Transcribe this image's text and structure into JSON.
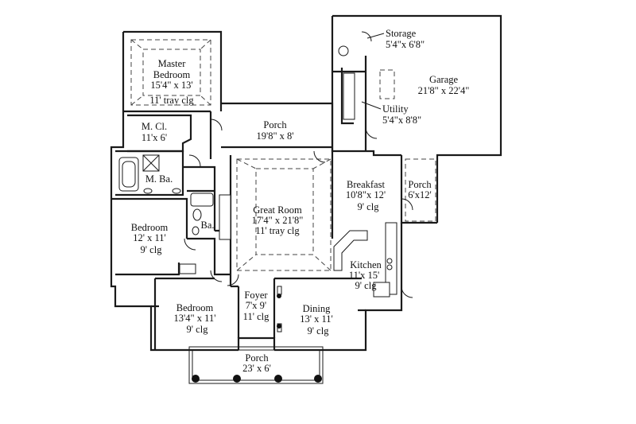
{
  "rooms": {
    "storage": {
      "name": "Storage",
      "size": "5'4\"x 6'8\""
    },
    "garage": {
      "name": "Garage",
      "size": "21'8\"  x  22'4\""
    },
    "utility": {
      "name": "Utility",
      "size": "5'4\"x 8'8\""
    },
    "master": {
      "name1": "Master",
      "name2": "Bedroom",
      "size": "15'4\"  x  13'",
      "ceiling": "11' tray clg"
    },
    "porch_rear": {
      "name": "Porch",
      "size": "19'8\"  x  8'"
    },
    "mcl": {
      "name": "M. Cl.",
      "size": "11'x  6'"
    },
    "mba": {
      "name": "M.  Ba."
    },
    "great_room": {
      "name": "Great Room",
      "size": "17'4\"  x  21'8\"",
      "ceiling": "11' tray clg"
    },
    "breakfast": {
      "name": "Breakfast",
      "size": "10'8\"x  12'",
      "ceiling": "9' clg"
    },
    "porch_side": {
      "name": "Porch",
      "size": "6'x12'"
    },
    "bedroom2": {
      "name": "Bedroom",
      "size": "12'  x  11'",
      "ceiling": "9' clg"
    },
    "ba": {
      "name": "Ba."
    },
    "kitchen": {
      "name": "Kitchen",
      "size": "11'x  15'",
      "ceiling": "9' clg"
    },
    "bedroom3": {
      "name": "Bedroom",
      "size": "13'4\"  x  11'",
      "ceiling": "9' clg"
    },
    "foyer": {
      "name": "Foyer",
      "size": "7'x  9'",
      "ceiling": "11' clg"
    },
    "dining": {
      "name": "Dining",
      "size": "13'  x  11'",
      "ceiling": "9' clg"
    },
    "porch_front": {
      "name": "Porch",
      "size": "23'  x  6'"
    }
  }
}
